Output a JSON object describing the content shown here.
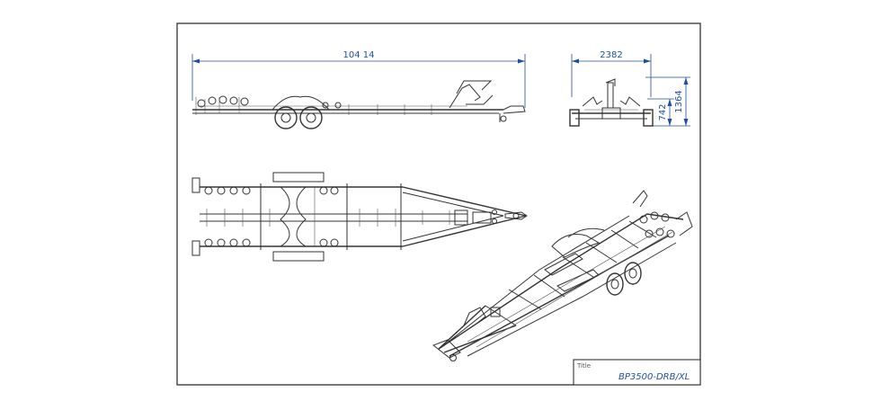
{
  "dimensions": {
    "overall_length": "104 14",
    "overall_width": "2382",
    "bed_height": "742",
    "overall_height": "1364"
  },
  "title_block": {
    "label": "Title",
    "value": "BP3500-DRB/XL"
  }
}
